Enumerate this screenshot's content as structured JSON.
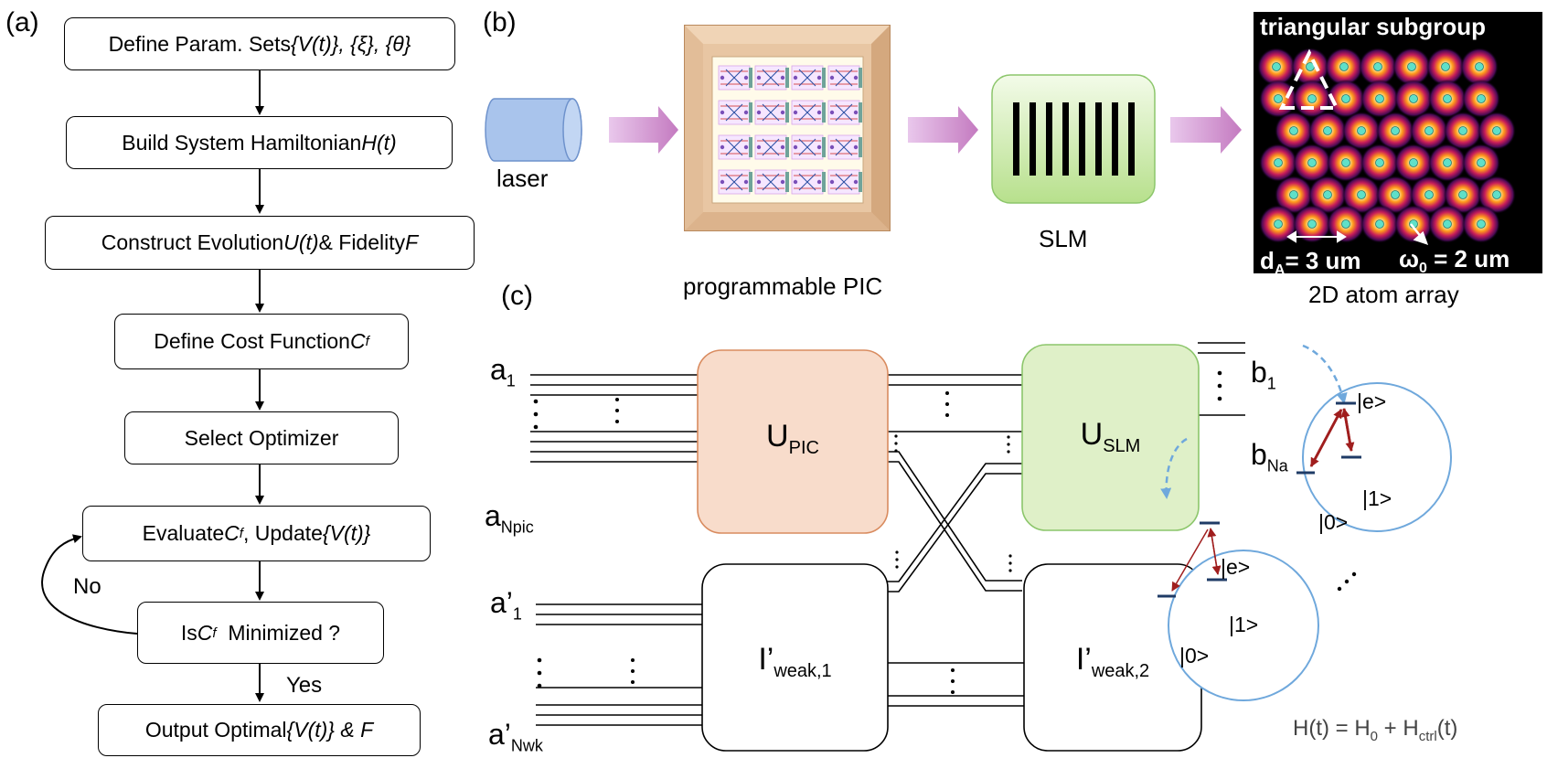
{
  "panels": {
    "a": "(a)",
    "b": "(b)",
    "c": "(c)"
  },
  "flowchart": {
    "steps": [
      {
        "text": "Define Param. Sets ",
        "math": "{V(t)}, {ξ}, {θ}"
      },
      {
        "text": "Build System Hamiltonian ",
        "math": "H(t)"
      },
      {
        "text": "Construct Evolution ",
        "math": "U(t)",
        "text2": " & Fidelity ",
        "math2": "F"
      },
      {
        "text": "Define Cost Function ",
        "math": "C",
        "sub": "f"
      },
      {
        "text": "Select Optimizer"
      },
      {
        "text": "Evaluate ",
        "math": "C",
        "sub": "f",
        "text2": " , Update ",
        "math2": "{V(t)}"
      },
      {
        "text": "Is ",
        "math": "C",
        "sub": "f",
        "text2": "  Minimized ?"
      },
      {
        "text": "Output Optimal ",
        "math": "{V(t)} & F"
      }
    ],
    "no_label": "No",
    "yes_label": "Yes"
  },
  "setup": {
    "laser_label": "laser",
    "pic_label": "programmable PIC",
    "slm_label": "SLM",
    "atom_array_label": "2D atom array",
    "subgroup_label": "triangular subgroup",
    "spacing": {
      "symbol": "d",
      "sub": "A",
      "value": "= 3 um"
    },
    "waist": {
      "symbol": "ω",
      "sub": "0",
      "value": " = 2 um"
    }
  },
  "circuit": {
    "inputs": {
      "a_first": {
        "main": "a",
        "sub": "1"
      },
      "a_last": {
        "main": "a",
        "sub": "Npic"
      },
      "ap_first": {
        "main": "a’",
        "sub": "1"
      },
      "ap_last": {
        "main": "a’",
        "sub": "Nwk"
      }
    },
    "outputs": {
      "b_first": {
        "main": "b",
        "sub": "1"
      },
      "b_last": {
        "main": "b",
        "sub": "Na"
      }
    },
    "blocks": {
      "upic": {
        "main": "U",
        "sub": "PIC"
      },
      "uslm": {
        "main": "U",
        "sub": "SLM"
      },
      "iw1": {
        "main": "I’",
        "sub": "weak,1"
      },
      "iw2": {
        "main": "I’",
        "sub": "weak,2"
      }
    },
    "levels": {
      "excited": "|e>",
      "one": "|1>",
      "zero": "|0>"
    },
    "hamiltonian": {
      "lhs": "H(t) = H",
      "sub0": "0",
      "mid": " + H",
      "sub1": "ctrl",
      "rhs": "(t)"
    }
  },
  "colors": {
    "pic_block": "#f8dccb",
    "pic_border": "#d98b5f",
    "slm_block": "#dff0c8",
    "slm_border": "#8cc66b",
    "arrow": "#c47ac0",
    "laser": "#a9c4ec",
    "transition": "#a01e1e",
    "circle": "#6fa8dc",
    "level": "#1f3b66"
  }
}
